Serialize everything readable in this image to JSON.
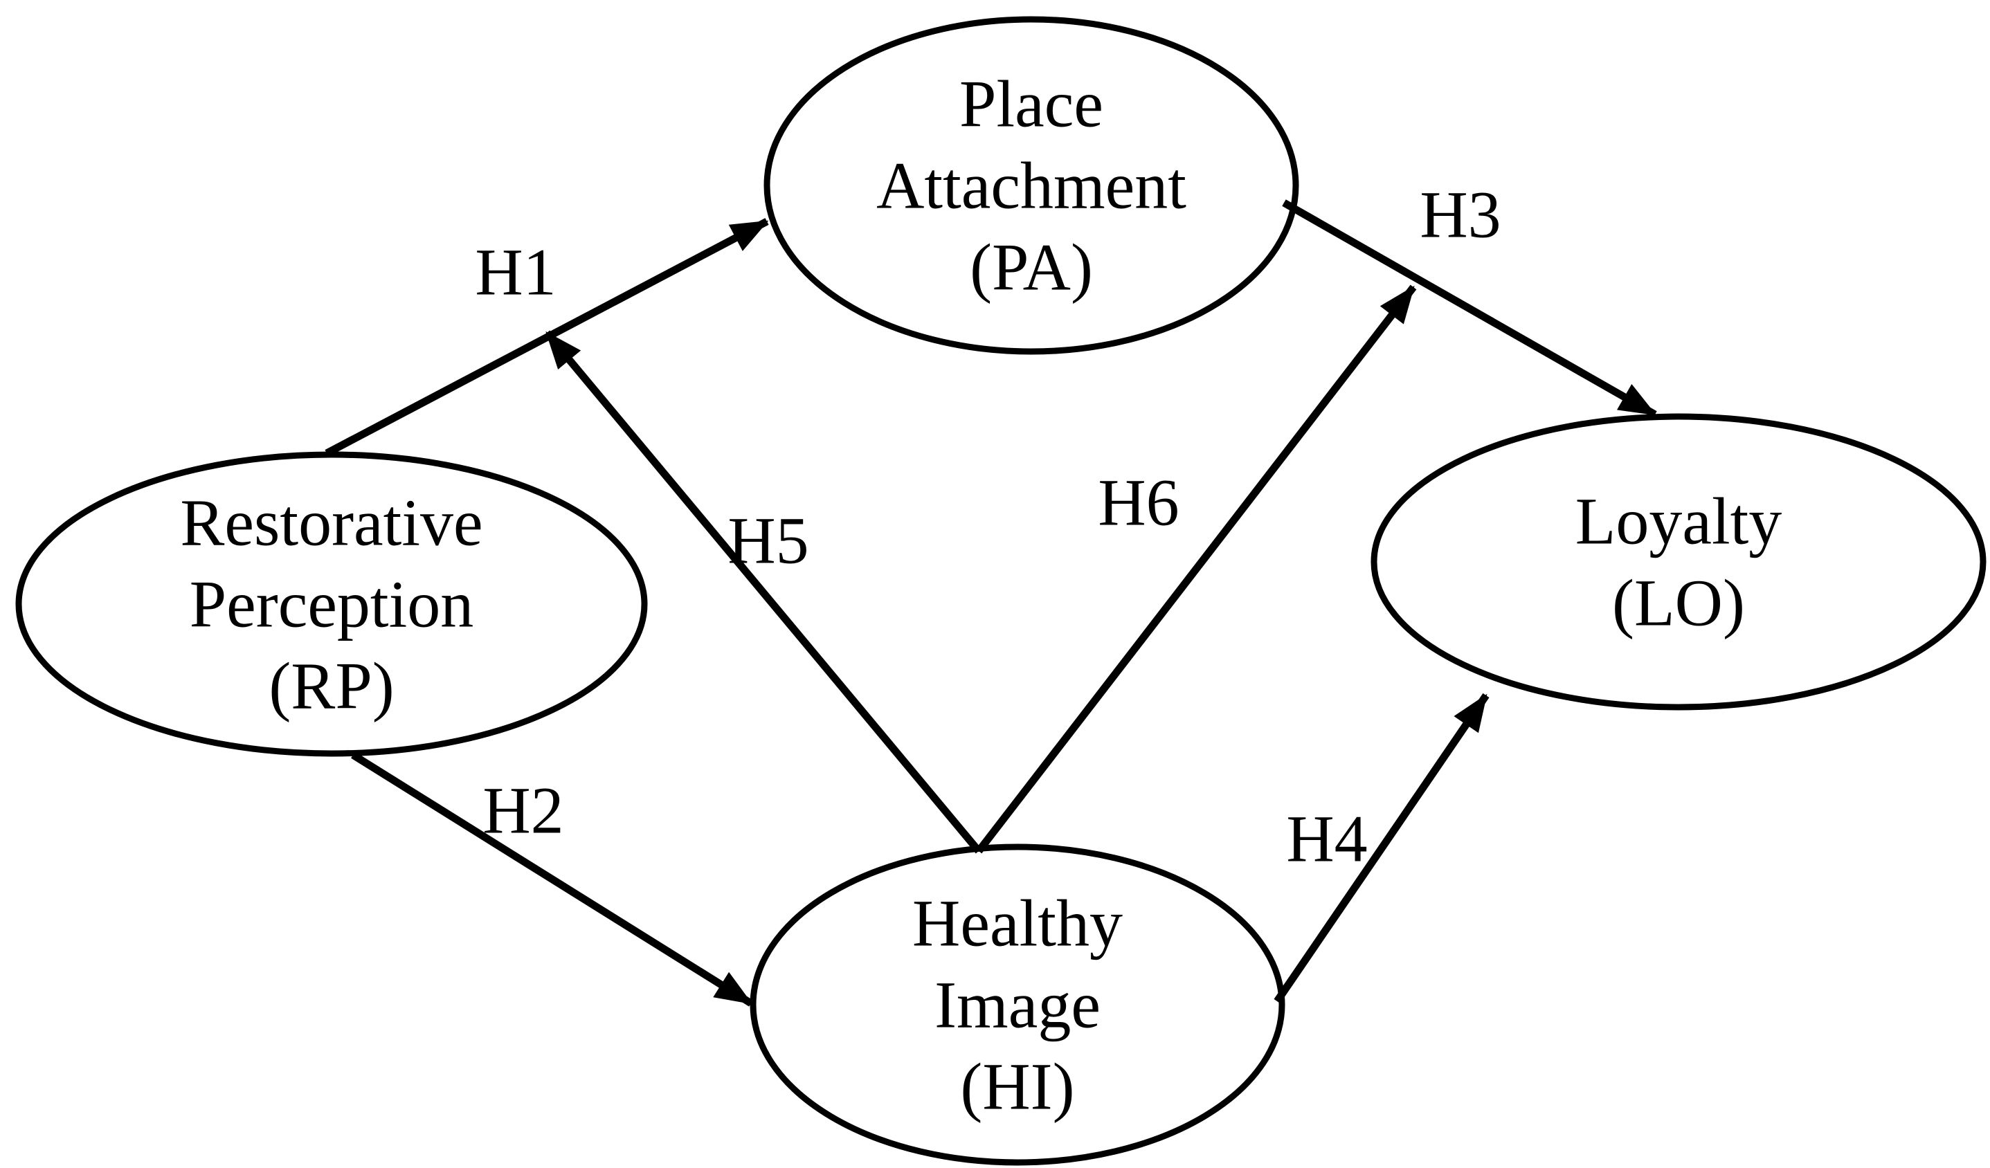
{
  "diagram": {
    "type": "path-model",
    "background_color": "#ffffff",
    "line_color": "#000000",
    "text_color": "#000000"
  },
  "nodes": {
    "rp": {
      "code": "RP",
      "lines": [
        "Restorative",
        "Perception",
        "(RP)"
      ]
    },
    "pa": {
      "code": "PA",
      "lines": [
        "Place",
        "Attachment",
        "(PA)"
      ]
    },
    "hi": {
      "code": "HI",
      "lines": [
        "Healthy",
        "Image",
        "(HI)"
      ]
    },
    "lo": {
      "code": "LO",
      "lines": [
        "Loyalty",
        "(LO)"
      ]
    }
  },
  "edges": {
    "h1": {
      "label": "H1",
      "from": "RP",
      "to": "PA"
    },
    "h2": {
      "label": "H2",
      "from": "RP",
      "to": "HI"
    },
    "h3": {
      "label": "H3",
      "from": "PA",
      "to": "LO"
    },
    "h4": {
      "label": "H4",
      "from": "HI",
      "to": "LO"
    },
    "h5": {
      "label": "H5",
      "from": "HI",
      "to": "H1-path"
    },
    "h6": {
      "label": "H6",
      "from": "HI",
      "to": "H3-path"
    }
  }
}
